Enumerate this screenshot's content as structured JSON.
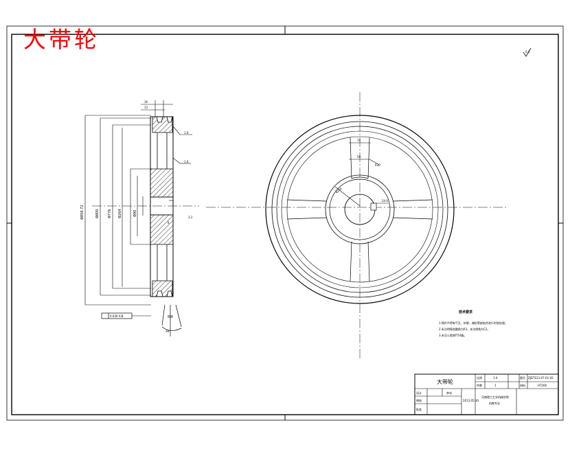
{
  "title": "大带轮",
  "roughness_mark": "6.3",
  "side_view": {
    "dimensions": {
      "outer_dia": "Φ859.72",
      "d2": "Φ800",
      "d3": "Φ776",
      "d4": "Φ264",
      "d5": "Φ90",
      "hub_width": "16",
      "groove_pitch": "13",
      "rim_offset": "8"
    },
    "leaders": [
      "1.6",
      "1.6"
    ],
    "bore_roughness": "3.2",
    "tolerance_frame": "0.030 A-B",
    "groove_angle": "38°"
  },
  "front_view": {
    "dimensions": {
      "spoke_width_outer": "74",
      "spoke_width_inner": "50",
      "spoke_radius": "R30",
      "hub_dia": "Φ200",
      "keyway": "24.6"
    }
  },
  "notes": {
    "heading": "技术要求",
    "items": [
      "1.铸件不得有气孔、砂眼、缩松等缺陷并进行时效处理。",
      "2.未注明铸造圆角为R3，未注倒角为C2。",
      "3.未注公差按IT14级。"
    ]
  },
  "title_block": {
    "name": "大带轮",
    "cells": {
      "ratio_label": "比例",
      "ratio_value": "1:4",
      "drawing_no_label": "图号",
      "drawing_no_value": "ZJDTS13-07-01-02",
      "qty_label": "件数",
      "qty_value": "1",
      "material_label": "材料",
      "material_value": "HT200",
      "drawn_label": "设计",
      "drawn_name": "李冰",
      "checked_label": "审核",
      "checked_date": "2013.05.30",
      "approved_label": "批准",
      "school": "河南理工大学机械学院",
      "school2": "机制专业"
    }
  }
}
